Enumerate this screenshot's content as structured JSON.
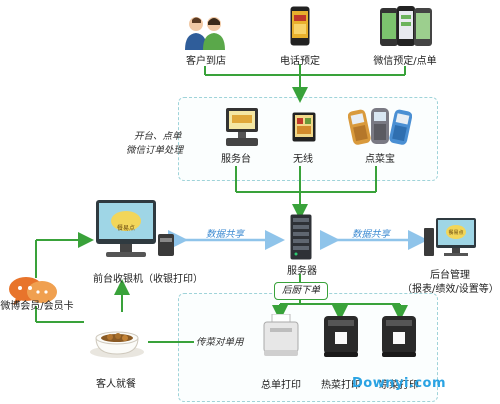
{
  "top_sources": {
    "walk_in": "客户到店",
    "phone": "电话预定",
    "wechat": "微信预定/点单"
  },
  "order_group": {
    "side_note_line1": "开台、点单",
    "side_note_line2": "微信订单处理",
    "service_desk": "服务台",
    "wireless": "无线",
    "ordering_device": "点菜宝"
  },
  "front_desk": {
    "label": "前台收银机（收银打印）",
    "screen_text": "餐易点"
  },
  "server": {
    "label": "服务器"
  },
  "backend": {
    "label_line1": "后台管理",
    "label_line2": "（报表/绩效/设置等）",
    "screen_text": "餐易点"
  },
  "sharing": {
    "left": "数据共享",
    "right": "数据共享"
  },
  "kitchen_order": "后厨下单",
  "member": "微博会员/会员卡",
  "guest": "客人就餐",
  "serve_slip": "传菜对单用",
  "printers": {
    "summary": "总单打印",
    "hot": "热菜打印",
    "cold": "凉菜打印"
  },
  "watermark": "Downyi.com",
  "colors": {
    "arrow_green": "#39a23a",
    "arrow_blue": "#8fc4ea",
    "box_border": "#9fd3d9"
  }
}
